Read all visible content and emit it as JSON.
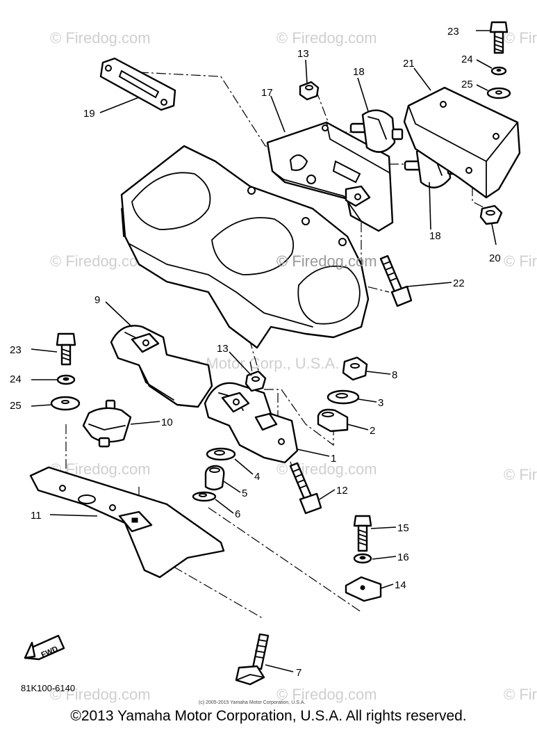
{
  "watermark": "© Firedog.com",
  "watermark_center": "© Firedog.com",
  "watermark_mid": "Yamaha Motor Corp., U.S.A.",
  "diagram_code": "81K100-6140",
  "fwd_label": "FWD",
  "small_copyright": "(c) 2005-2015 Yamaha Motor Corporation, U.S.A.",
  "footer": "©2013 Yamaha Motor Corporation, U.S.A. All rights reserved.",
  "callouts": {
    "c1": "1",
    "c2": "2",
    "c3": "3",
    "c4": "4",
    "c5": "5",
    "c6": "6",
    "c7": "7",
    "c8": "8",
    "c9": "9",
    "c10": "10",
    "c11": "11",
    "c12": "12",
    "c13a": "13",
    "c13b": "13",
    "c14": "14",
    "c15": "15",
    "c16": "16",
    "c17": "17",
    "c18a": "18",
    "c18b": "18",
    "c19": "19",
    "c20": "20",
    "c21": "21",
    "c22": "22",
    "c23a": "23",
    "c23b": "23",
    "c24a": "24",
    "c24b": "24",
    "c25a": "25",
    "c25b": "25"
  }
}
